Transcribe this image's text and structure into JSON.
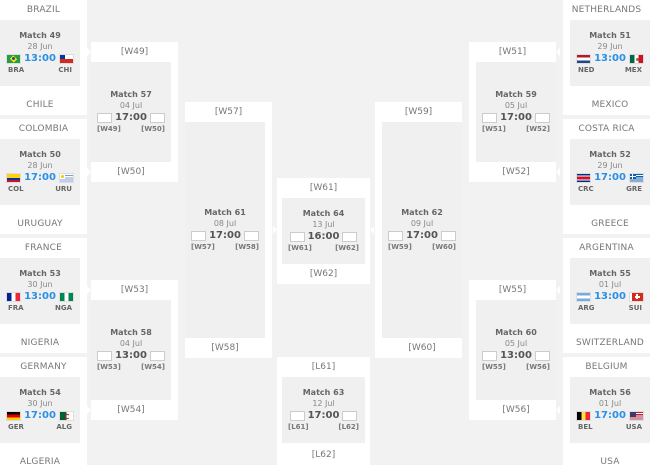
{
  "colors": {
    "background": "#f2f2f2",
    "box": "#f0f0f0",
    "frame": "#ffffff",
    "time_blue": "#2a8fe6"
  },
  "round_of_16": {
    "m49": {
      "title": "Match 49",
      "date": "28 Jun",
      "time": "13:00",
      "home": "BRA",
      "away": "CHI",
      "home_name": "BRAZIL",
      "away_name": "CHILE",
      "home_flag": "brazil-flag",
      "away_flag": "chile-flag"
    },
    "m50": {
      "title": "Match 50",
      "date": "28 Jun",
      "time": "17:00",
      "home": "COL",
      "away": "URU",
      "home_name": "COLOMBIA",
      "away_name": "URUGUAY",
      "home_flag": "colombia-flag",
      "away_flag": "uruguay-flag"
    },
    "m53": {
      "title": "Match 53",
      "date": "30 Jun",
      "time": "13:00",
      "home": "FRA",
      "away": "NGA",
      "home_name": "FRANCE",
      "away_name": "NIGERIA",
      "home_flag": "france-flag",
      "away_flag": "nigeria-flag"
    },
    "m54": {
      "title": "Match 54",
      "date": "30 Jun",
      "time": "17:00",
      "home": "GER",
      "away": "ALG",
      "home_name": "GERMANY",
      "away_name": "ALGERIA",
      "home_flag": "germany-flag",
      "away_flag": "algeria-flag"
    },
    "m51": {
      "title": "Match 51",
      "date": "29 Jun",
      "time": "13:00",
      "home": "NED",
      "away": "MEX",
      "home_name": "NETHERLANDS",
      "away_name": "MEXICO",
      "home_flag": "netherlands-flag",
      "away_flag": "mexico-flag"
    },
    "m52": {
      "title": "Match 52",
      "date": "29 Jun",
      "time": "17:00",
      "home": "CRC",
      "away": "GRE",
      "home_name": "COSTA RICA",
      "away_name": "GREECE",
      "home_flag": "costa-rica-flag",
      "away_flag": "greece-flag"
    },
    "m55": {
      "title": "Match 55",
      "date": "01 Jul",
      "time": "13:00",
      "home": "ARG",
      "away": "SUI",
      "home_name": "ARGENTINA",
      "away_name": "SWITZERLAND",
      "home_flag": "argentina-flag",
      "away_flag": "switzerland-flag"
    },
    "m56": {
      "title": "Match 56",
      "date": "01 Jul",
      "time": "17:00",
      "home": "BEL",
      "away": "USA",
      "home_name": "BELGIUM",
      "away_name": "USA",
      "home_flag": "belgium-flag",
      "away_flag": "usa-flag"
    }
  },
  "quarter_finals": {
    "m57": {
      "title": "Match 57",
      "date": "04 Jul",
      "time": "17:00",
      "home": "[W49]",
      "away": "[W50]"
    },
    "m58": {
      "title": "Match 58",
      "date": "04 Jul",
      "time": "13:00",
      "home": "[W53]",
      "away": "[W54]"
    },
    "m59": {
      "title": "Match 59",
      "date": "05 Jul",
      "time": "17:00",
      "home": "[W51]",
      "away": "[W52]"
    },
    "m60": {
      "title": "Match 60",
      "date": "05 Jul",
      "time": "13:00",
      "home": "[W55]",
      "away": "[W56]"
    }
  },
  "semi_finals": {
    "m61": {
      "title": "Match 61",
      "date": "08 Jul",
      "time": "17:00",
      "home": "[W57]",
      "away": "[W58]"
    },
    "m62": {
      "title": "Match 62",
      "date": "09 Jul",
      "time": "17:00",
      "home": "[W59]",
      "away": "[W60]"
    }
  },
  "final": {
    "title": "Match 64",
    "date": "13 Jul",
    "time": "16:00",
    "home": "[W61]",
    "away": "[W62]"
  },
  "third_place": {
    "title": "Match 63",
    "date": "12 Jul",
    "time": "17:00",
    "home": "[L61]",
    "away": "[L62]"
  }
}
